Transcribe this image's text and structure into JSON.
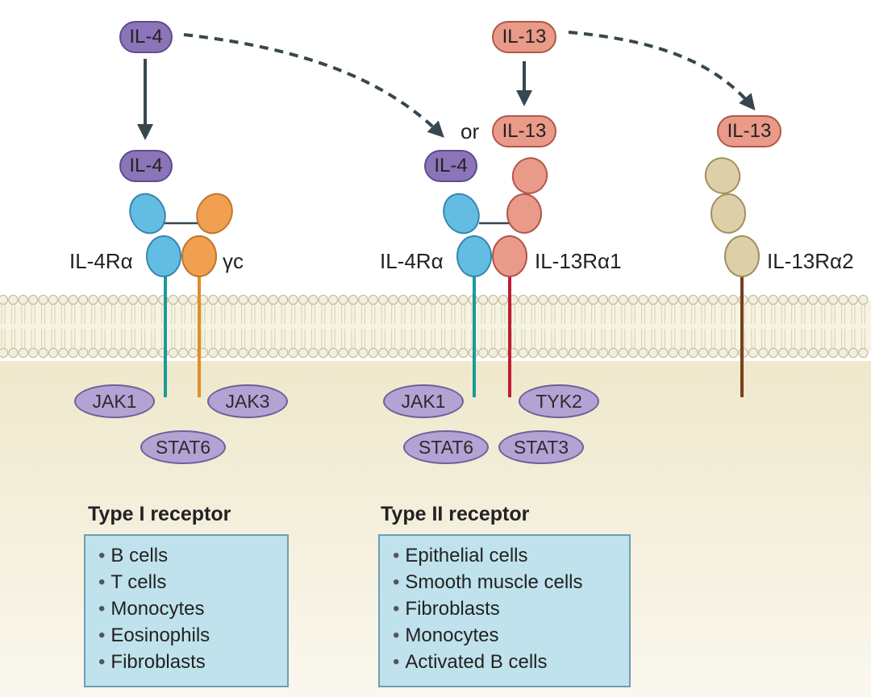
{
  "type1": {
    "cytokine": "IL-4",
    "cytokine_bound": "IL-4",
    "receptor_a_label": "IL-4Rα",
    "receptor_b_label": "γc",
    "kinase_a": "JAK1",
    "kinase_b": "JAK3",
    "stat": "STAT6",
    "title": "Type I receptor",
    "cells": [
      "B cells",
      "T cells",
      "Monocytes",
      "Eosinophils",
      "Fibroblasts"
    ]
  },
  "type2": {
    "cytokine": "IL-13",
    "or_text": "or",
    "cytokine_il4_bound": "IL-4",
    "cytokine_il13_bound": "IL-13",
    "receptor_a_label": "IL-4Rα",
    "receptor_b_label": "IL-13Rα1",
    "kinase_a": "JAK1",
    "kinase_b": "TYK2",
    "stat_a": "STAT6",
    "stat_b": "STAT3",
    "title": "Type II receptor",
    "cells": [
      "Epithelial cells",
      "Smooth muscle cells",
      "Fibroblasts",
      "Monocytes",
      "Activated B cells"
    ]
  },
  "decoy": {
    "cytokine_bound": "IL-13",
    "receptor_label": "IL-13Rα2"
  },
  "colors": {
    "il4": "#8b74b8",
    "il13": "#e99a88",
    "il4ra": "#63bde3",
    "gamma_c": "#f0a050",
    "il13ra1": "#e99a88",
    "il13ra2": "#ddd0a8",
    "membrane_head": "#f2efdc",
    "cytoplasm": "#f1ead2",
    "jak_stat": "#b2a3d4",
    "cell_box": "#bfe2ec"
  }
}
